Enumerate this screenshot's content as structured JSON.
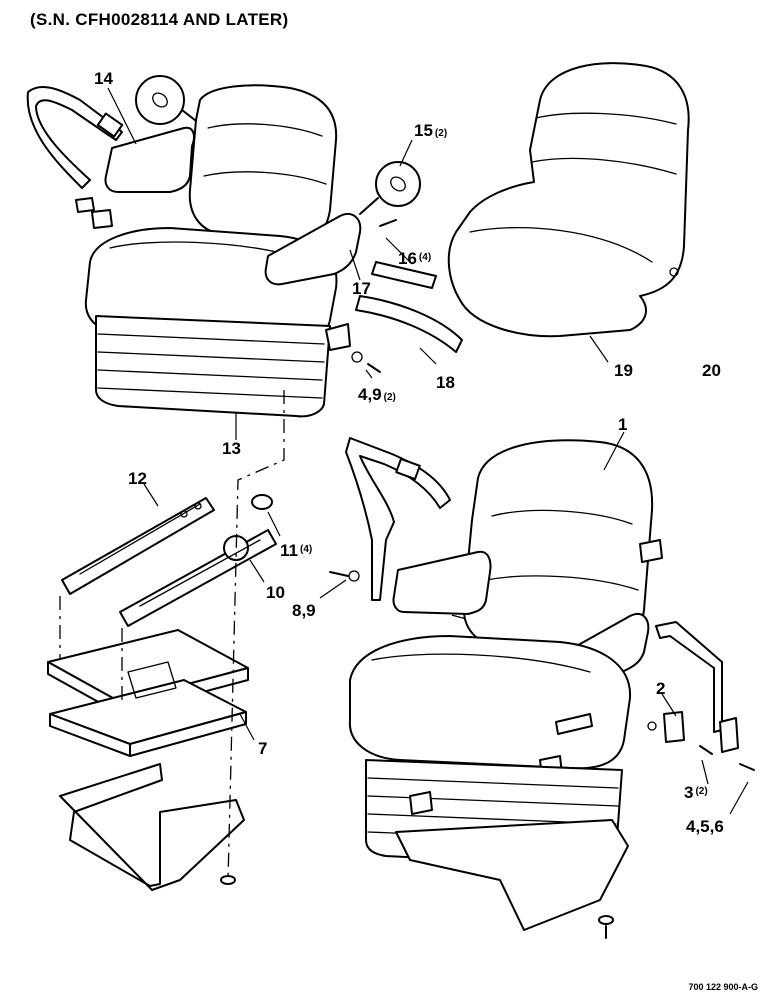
{
  "header": {
    "title": "(S.N. CFH0028114 AND LATER)"
  },
  "footer": {
    "code": "700 122 900-A-G"
  },
  "callouts": [
    {
      "id": "c1",
      "text": "1",
      "qty": ""
    },
    {
      "id": "c2",
      "text": "2",
      "qty": ""
    },
    {
      "id": "c3",
      "text": "3",
      "qty": "(2)"
    },
    {
      "id": "c456",
      "text": "4,5,6",
      "qty": ""
    },
    {
      "id": "c7",
      "text": "7",
      "qty": ""
    },
    {
      "id": "c89",
      "text": "8,9",
      "qty": ""
    },
    {
      "id": "c10",
      "text": "10",
      "qty": ""
    },
    {
      "id": "c11",
      "text": "11",
      "qty": "(4)"
    },
    {
      "id": "c12",
      "text": "12",
      "qty": ""
    },
    {
      "id": "c13",
      "text": "13",
      "qty": ""
    },
    {
      "id": "c14",
      "text": "14",
      "qty": ""
    },
    {
      "id": "c15",
      "text": "15",
      "qty": "(2)"
    },
    {
      "id": "c16",
      "text": "16",
      "qty": "(4)"
    },
    {
      "id": "c17",
      "text": "17",
      "qty": ""
    },
    {
      "id": "c18",
      "text": "18",
      "qty": ""
    },
    {
      "id": "c19",
      "text": "19",
      "qty": ""
    },
    {
      "id": "c20",
      "text": "20",
      "qty": ""
    },
    {
      "id": "c49",
      "text": "4,9",
      "qty": "(2)"
    }
  ]
}
